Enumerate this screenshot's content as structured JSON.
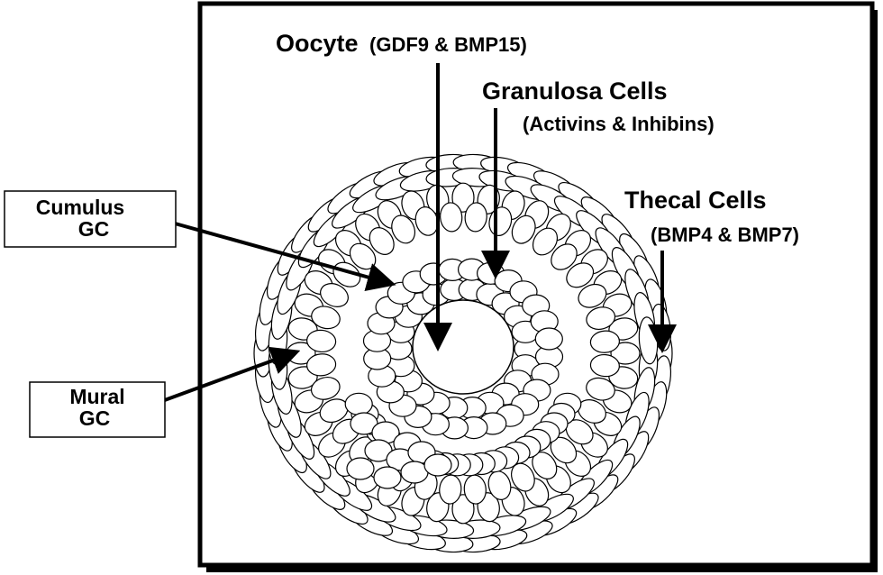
{
  "labels": {
    "oocyte_main": "Oocyte",
    "oocyte_factors": "(GDF9 & BMP15)",
    "granulosa_main": "Granulosa Cells",
    "granulosa_factors": "(Activins & Inhibins)",
    "thecal_main": "Thecal Cells",
    "thecal_factors": "(BMP4 & BMP7)",
    "cumulus_line1": "Cumulus",
    "cumulus_line2": "GC",
    "mural_line1": "Mural",
    "mural_line2": "GC"
  },
  "colors": {
    "stroke": "#000000",
    "cell_fill": "#ffffff",
    "background": "#ffffff"
  }
}
